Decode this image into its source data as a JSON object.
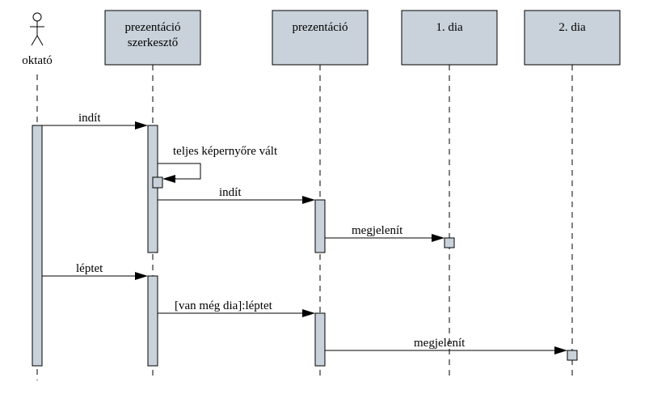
{
  "actor": {
    "name": "oktató"
  },
  "objects": [
    {
      "line1": "prezentáció",
      "line2": "szerkesztő"
    },
    {
      "line1": "prezentáció",
      "line2": ""
    },
    {
      "line1": "1. dia",
      "line2": ""
    },
    {
      "line1": "2. dia",
      "line2": ""
    }
  ],
  "messages": [
    {
      "label": "indít"
    },
    {
      "label": "teljes képernyőre vált"
    },
    {
      "label": "indít"
    },
    {
      "label": "megjelenít"
    },
    {
      "label": "léptet"
    },
    {
      "label": "[van még dia]:léptet"
    },
    {
      "label": "megjelenít"
    }
  ]
}
